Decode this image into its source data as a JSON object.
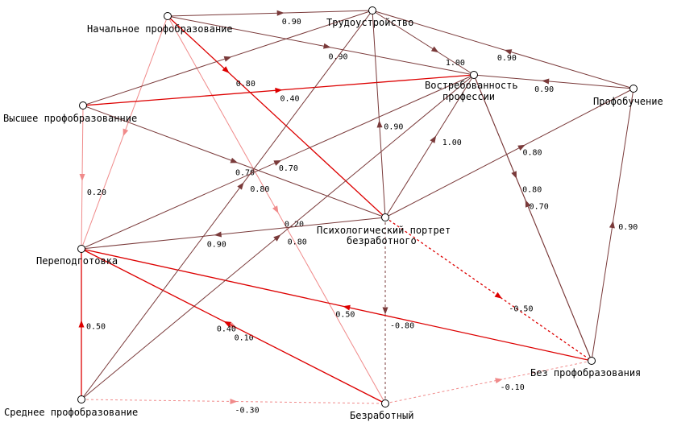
{
  "colors": {
    "dark": "#7a3a3a",
    "red": "#dd0000",
    "pink": "#f08a8a"
  },
  "nodes": [
    {
      "id": "nachalnoe",
      "label": "Начальное профобразование"
    },
    {
      "id": "trud",
      "label": "Трудоустройство"
    },
    {
      "id": "vostreb",
      "label": "Востребованность профессии"
    },
    {
      "id": "profob",
      "label": "Профобучение"
    },
    {
      "id": "vysshee",
      "label": "Высшее профобразованние"
    },
    {
      "id": "psych",
      "label": "Психологический портрет безработного"
    },
    {
      "id": "perepod",
      "label": "Переподготовка"
    },
    {
      "id": "bez",
      "label": "Без профобразования"
    },
    {
      "id": "srednee",
      "label": "Среднее профобразование"
    },
    {
      "id": "bezrab",
      "label": "Безработный"
    }
  ],
  "edges": [
    {
      "from": "nachalnoe",
      "to": "trud",
      "weight": "0.90",
      "style": "dark",
      "dashed": false
    },
    {
      "from": "nachalnoe",
      "to": "vostreb",
      "weight": "0.90",
      "style": "dark",
      "dashed": false
    },
    {
      "from": "nachalnoe",
      "to": "psych",
      "weight": "0.80",
      "style": "red",
      "dashed": false
    },
    {
      "from": "nachalnoe",
      "to": "bezrab",
      "weight": "0.20",
      "style": "pink",
      "dashed": false
    },
    {
      "from": "nachalnoe",
      "to": "perepod",
      "weight": "",
      "style": "pink",
      "dashed": false
    },
    {
      "from": "trud",
      "to": "vostreb",
      "weight": "1.00",
      "style": "dark",
      "dashed": false
    },
    {
      "from": "profob",
      "to": "trud",
      "weight": "0.90",
      "style": "dark",
      "dashed": false
    },
    {
      "from": "profob",
      "to": "vostreb",
      "weight": "0.90",
      "style": "dark",
      "dashed": false
    },
    {
      "from": "vysshee",
      "to": "vostreb",
      "weight": "0.40",
      "style": "red",
      "dashed": false
    },
    {
      "from": "vysshee",
      "to": "trud",
      "weight": "",
      "style": "dark",
      "dashed": false
    },
    {
      "from": "vysshee",
      "to": "psych",
      "weight": "0.70",
      "style": "dark",
      "dashed": false
    },
    {
      "from": "vysshee",
      "to": "perepod",
      "weight": "0.20",
      "style": "pink",
      "dashed": false
    },
    {
      "from": "psych",
      "to": "trud",
      "weight": "0.90",
      "style": "dark",
      "dashed": false
    },
    {
      "from": "psych",
      "to": "vostreb",
      "weight": "1.00",
      "style": "dark",
      "dashed": false
    },
    {
      "from": "psych",
      "to": "profob",
      "weight": "0.80",
      "style": "dark",
      "dashed": false
    },
    {
      "from": "psych",
      "to": "perepod",
      "weight": "0.90",
      "style": "dark",
      "dashed": false
    },
    {
      "from": "psych",
      "to": "bezrab",
      "weight": "-0.80",
      "style": "dark",
      "dashed": true
    },
    {
      "from": "psych",
      "to": "bez",
      "weight": "-0.50",
      "style": "red",
      "dashed": true
    },
    {
      "from": "perepod",
      "to": "vostreb",
      "weight": "0.70",
      "style": "dark",
      "dashed": false
    },
    {
      "from": "perepod",
      "to": "bezrab",
      "weight": "0.10",
      "style": "pink",
      "dashed": false
    },
    {
      "from": "bezrab",
      "to": "perepod",
      "weight": "0.40",
      "style": "red",
      "dashed": false
    },
    {
      "from": "bez",
      "to": "perepod",
      "weight": "0.50",
      "style": "red",
      "dashed": false
    },
    {
      "from": "bez",
      "to": "profob",
      "weight": "0.90",
      "style": "dark",
      "dashed": false
    },
    {
      "from": "bez",
      "to": "vostreb",
      "weight": "0.70",
      "style": "dark",
      "dashed": false
    },
    {
      "from": "vostreb",
      "to": "bez",
      "weight": "0.80",
      "style": "dark",
      "dashed": false
    },
    {
      "from": "srednee",
      "to": "perepod",
      "weight": "0.50",
      "style": "red",
      "dashed": false
    },
    {
      "from": "srednee",
      "to": "trud",
      "weight": "0.80",
      "style": "dark",
      "dashed": false
    },
    {
      "from": "srednee",
      "to": "vostreb",
      "weight": "0.80",
      "style": "dark",
      "dashed": false
    },
    {
      "from": "srednee",
      "to": "bezrab",
      "weight": "-0.30",
      "style": "pink",
      "dashed": true
    },
    {
      "from": "bezrab",
      "to": "bez",
      "weight": "-0.10",
      "style": "pink",
      "dashed": true
    }
  ]
}
